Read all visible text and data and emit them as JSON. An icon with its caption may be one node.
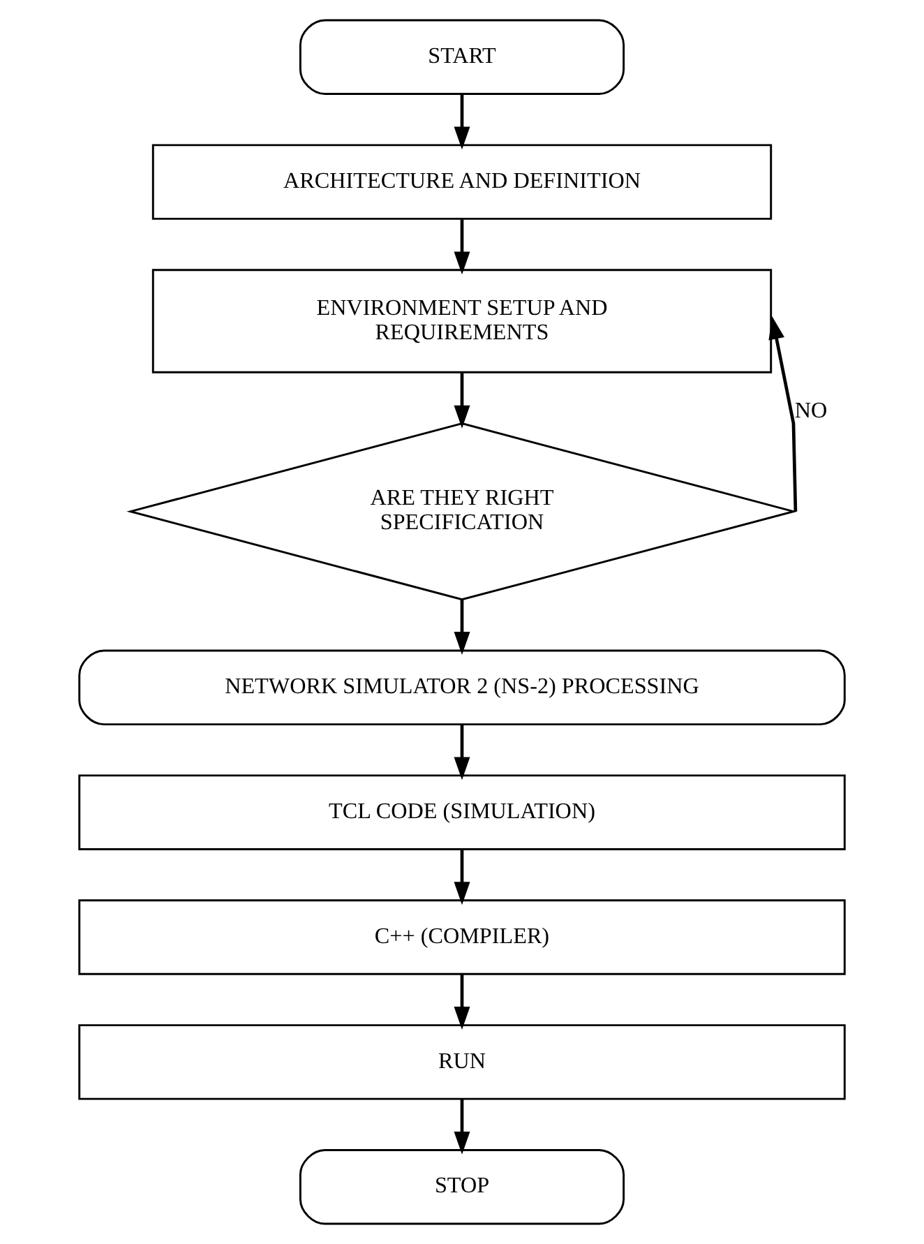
{
  "diagram": {
    "nodes": [
      {
        "text": [
          "START"
        ]
      },
      {
        "text": [
          "ARCHITECTURE AND DEFINITION"
        ]
      },
      {
        "text": [
          "ENVIRONMENT SETUP AND REQUIREMENTS"
        ]
      },
      {
        "text": [
          "ARE THEY RIGHT SPECIFICATION"
        ]
      },
      {
        "text": [
          "NETWORK SIMULATOR 2 (NS-2) PROCESSING"
        ]
      },
      {
        "text": [
          "TCL CODE (SIMULATION)"
        ]
      },
      {
        "text": [
          "C++ (COMPILER)"
        ]
      },
      {
        "text": [
          "RUN"
        ]
      },
      {
        "text": [
          "STOP"
        ]
      }
    ],
    "edges": [
      {
        "from": 0,
        "to": 1,
        "arrow": "to"
      },
      {
        "from": 1,
        "to": 2,
        "arrow": "to"
      },
      {
        "from": 2,
        "to": 3,
        "arrow": "to"
      },
      {
        "from": 3,
        "to": 2,
        "arrow": "to",
        "label": "NO"
      },
      {
        "from": 3,
        "to": 4,
        "arrow": "to"
      },
      {
        "from": 4,
        "to": 5,
        "arrow": "to"
      },
      {
        "from": 5,
        "to": 6,
        "arrow": "to"
      },
      {
        "from": 6,
        "to": 7,
        "arrow": "to"
      },
      {
        "from": 7,
        "to": 8,
        "arrow": "to"
      }
    ]
  }
}
